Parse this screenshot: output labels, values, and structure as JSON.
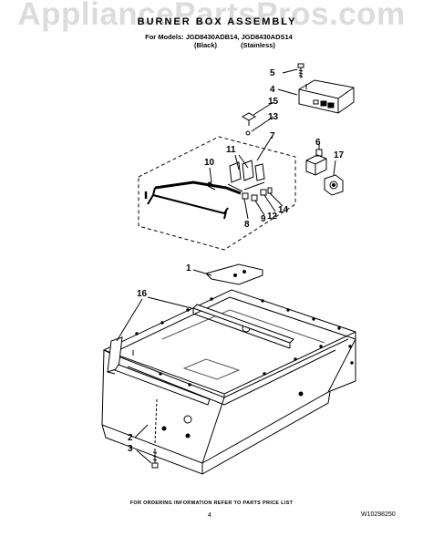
{
  "watermark": "AppliancePartsPros.com",
  "header": {
    "title": "BURNER BOX ASSEMBLY",
    "models": "For Models: JGD8430ADB14, JGD8430ADS14",
    "variant_black": "(Black)",
    "variant_stainless": "(Stainless)"
  },
  "callouts": {
    "c1": "1",
    "c2": "2",
    "c3": "3",
    "c4": "4",
    "c5": "5",
    "c6": "6",
    "c7": "7",
    "c8": "8",
    "c9": "9",
    "c10": "10",
    "c11": "11",
    "c12": "12",
    "c13": "13",
    "c14": "14",
    "c15": "15",
    "c16": "16",
    "c17": "17"
  },
  "footer": {
    "ordering_note": "FOR ORDERING INFORMATION REFER TO PARTS PRICE LIST",
    "page_number": "4",
    "document_number": "W10298250"
  }
}
